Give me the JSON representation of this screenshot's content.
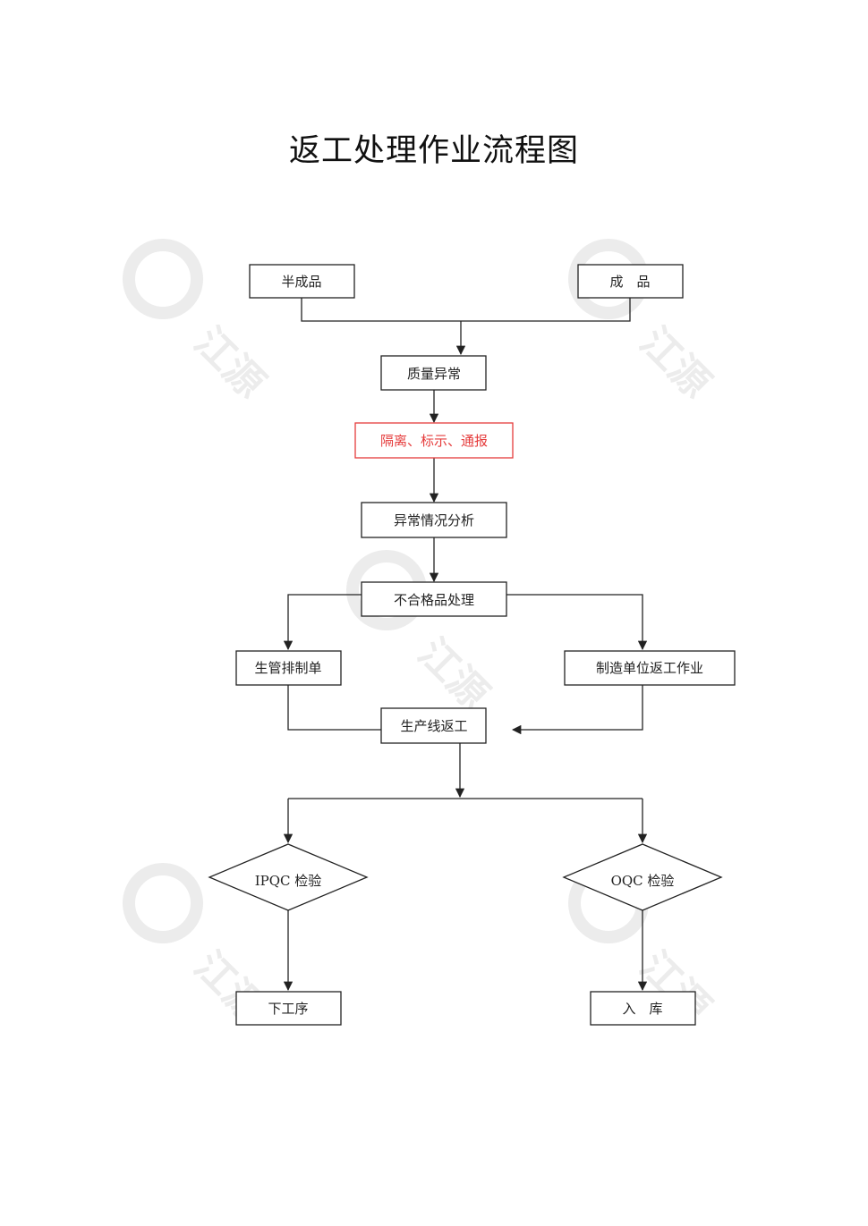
{
  "title": "返工处理作业流程图",
  "nodes": {
    "semi_finished": "半成品",
    "finished": "成　品",
    "quality_abnormal": "质量异常",
    "isolate": "隔离、标示、通报",
    "analysis": "异常情况分析",
    "nonconforming": "不合格品处理",
    "production_control": "生管排制单",
    "mfg_rework": "制造单位返工作业",
    "line_rework": "生产线返工",
    "ipqc": "IPQC 检验",
    "oqc": "OQC 检验",
    "next_process": "下工序",
    "warehouse": "入　库"
  },
  "watermark": {
    "text": "江源"
  },
  "colors": {
    "stroke": "#222222",
    "highlight": "#e53b3b",
    "watermark": "#ececec"
  }
}
